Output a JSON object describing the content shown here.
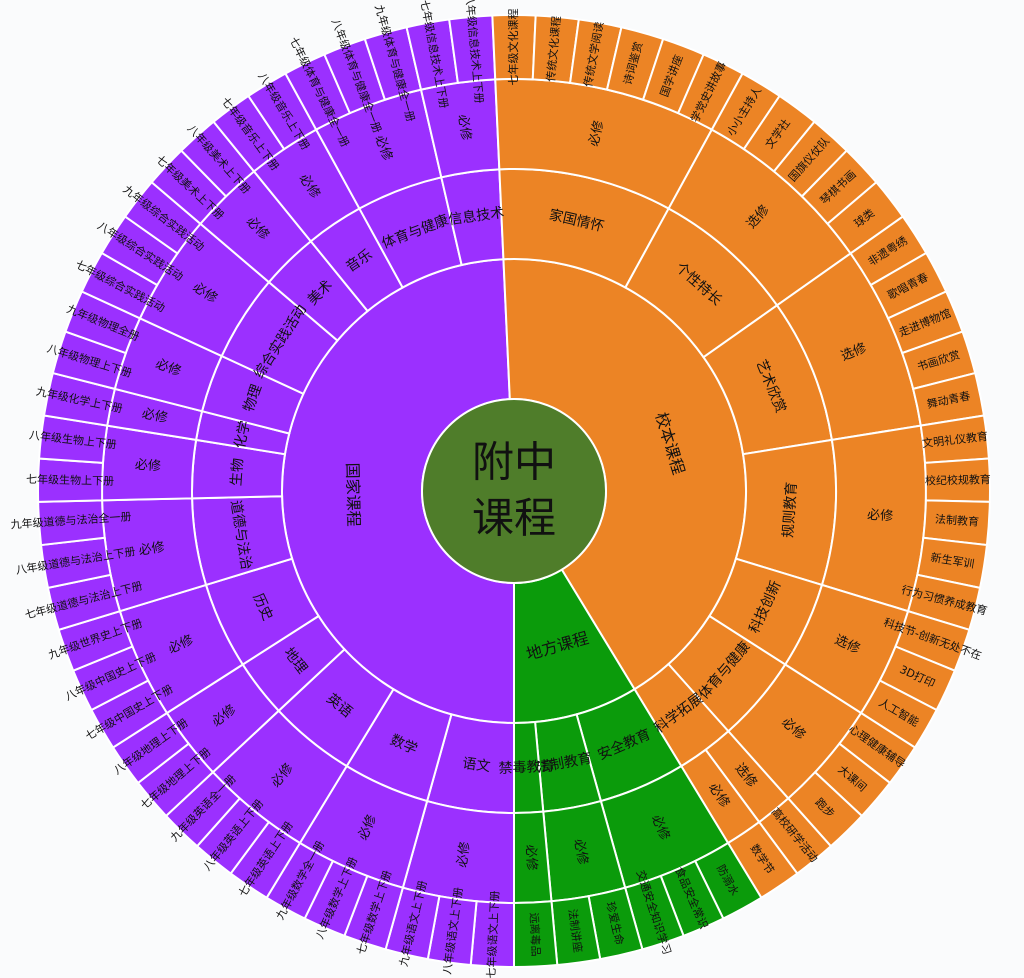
{
  "title": {
    "line1": "附中",
    "line2": "课程"
  },
  "colors": {
    "national": "#9b30ff",
    "school": "#ec8425",
    "local": "#0b9b0b",
    "center": "#4f7d2a",
    "stroke": "#ffffff",
    "background": "#fafbfc"
  },
  "chart_data": {
    "type": "sunburst",
    "root": "附中课程",
    "children": [
      {
        "name": "国家课程",
        "color": "#9b30ff",
        "children": [
          {
            "name": "语文",
            "children": [
              {
                "name": "必修",
                "children": [
                  {
                    "name": "七年级语文上下册"
                  },
                  {
                    "name": "八年级语文上下册"
                  },
                  {
                    "name": "九年级语文上下册"
                  }
                ]
              }
            ]
          },
          {
            "name": "数学",
            "children": [
              {
                "name": "必修",
                "children": [
                  {
                    "name": "七年级数学上下册"
                  },
                  {
                    "name": "八年级数学上下册"
                  },
                  {
                    "name": "九年级数学全一册"
                  }
                ]
              }
            ]
          },
          {
            "name": "英语",
            "children": [
              {
                "name": "必修",
                "children": [
                  {
                    "name": "七年级英语上下册"
                  },
                  {
                    "name": "八年级英语上下册"
                  },
                  {
                    "name": "九年级英语全一册"
                  }
                ]
              }
            ]
          },
          {
            "name": "地理",
            "children": [
              {
                "name": "必修",
                "children": [
                  {
                    "name": "七年级地理上下册"
                  },
                  {
                    "name": "八年级地理上下册"
                  }
                ]
              }
            ]
          },
          {
            "name": "历史",
            "children": [
              {
                "name": "必修",
                "children": [
                  {
                    "name": "七年级中国史上下册"
                  },
                  {
                    "name": "八年级中国史上下册"
                  },
                  {
                    "name": "九年级世界史上下册"
                  }
                ]
              }
            ]
          },
          {
            "name": "道德与法治",
            "children": [
              {
                "name": "必修",
                "children": [
                  {
                    "name": "七年级道德与法治上下册"
                  },
                  {
                    "name": "八年级道德与法治上下册"
                  },
                  {
                    "name": "九年级道德与法治全一册"
                  }
                ]
              }
            ]
          },
          {
            "name": "生物",
            "children": [
              {
                "name": "必修",
                "children": [
                  {
                    "name": "七年级生物上下册"
                  },
                  {
                    "name": "八年级生物上下册"
                  }
                ]
              }
            ]
          },
          {
            "name": "化学",
            "children": [
              {
                "name": "必修",
                "children": [
                  {
                    "name": "九年级化学上下册"
                  }
                ]
              }
            ]
          },
          {
            "name": "物理",
            "children": [
              {
                "name": "必修",
                "children": [
                  {
                    "name": "八年级物理上下册"
                  },
                  {
                    "name": "九年级物理全册"
                  }
                ]
              }
            ]
          },
          {
            "name": "综合实践活动",
            "children": [
              {
                "name": "必修",
                "children": [
                  {
                    "name": "七年级综合实践活动"
                  },
                  {
                    "name": "八年级综合实践活动"
                  },
                  {
                    "name": "九年级综合实践活动"
                  }
                ]
              }
            ]
          },
          {
            "name": "美术",
            "children": [
              {
                "name": "必修",
                "children": [
                  {
                    "name": "七年级美术上下册"
                  },
                  {
                    "name": "八年级美术上下册"
                  }
                ]
              }
            ]
          },
          {
            "name": "音乐",
            "children": [
              {
                "name": "必修",
                "children": [
                  {
                    "name": "七年级音乐上下册"
                  },
                  {
                    "name": "八年级音乐上下册"
                  }
                ]
              }
            ]
          },
          {
            "name": "体育与健康",
            "children": [
              {
                "name": "必修",
                "children": [
                  {
                    "name": "七年级体育与健康全一册"
                  },
                  {
                    "name": "八年级体育与健康全一册"
                  },
                  {
                    "name": "九年级体育与健康全一册"
                  }
                ]
              }
            ]
          },
          {
            "name": "信息技术",
            "children": [
              {
                "name": "必修",
                "children": [
                  {
                    "name": "七年级信息技术上下册"
                  },
                  {
                    "name": "八年级信息技术上下册"
                  }
                ]
              }
            ]
          }
        ]
      },
      {
        "name": "校本课程",
        "color": "#ec8425",
        "children": [
          {
            "name": "家国情怀",
            "children": [
              {
                "name": "必修",
                "children": [
                  {
                    "name": "七年级文化课程"
                  },
                  {
                    "name": "传统文化课程"
                  },
                  {
                    "name": "传统文学阅读"
                  },
                  {
                    "name": "诗词鉴赏"
                  },
                  {
                    "name": "国学讲座"
                  },
                  {
                    "name": "学党史讲故事"
                  }
                ]
              }
            ]
          },
          {
            "name": "个性特长",
            "children": [
              {
                "name": "选修",
                "children": [
                  {
                    "name": "小小主持人"
                  },
                  {
                    "name": "文学社"
                  },
                  {
                    "name": "国旗仪仗队"
                  },
                  {
                    "name": "琴棋书画"
                  },
                  {
                    "name": "球类"
                  }
                ]
              }
            ]
          },
          {
            "name": "艺术欣赏",
            "children": [
              {
                "name": "选修",
                "children": [
                  {
                    "name": "非遗粤绣"
                  },
                  {
                    "name": "歌唱青春"
                  },
                  {
                    "name": "走进博物馆"
                  },
                  {
                    "name": "书画欣赏"
                  },
                  {
                    "name": "舞动青春"
                  }
                ]
              }
            ]
          },
          {
            "name": "规则教育",
            "children": [
              {
                "name": "必修",
                "children": [
                  {
                    "name": "文明礼仪教育"
                  },
                  {
                    "name": "校纪校规教育"
                  },
                  {
                    "name": "法制教育"
                  },
                  {
                    "name": "新生军训"
                  },
                  {
                    "name": "行为习惯养成教育"
                  }
                ]
              }
            ]
          },
          {
            "name": "科技创新",
            "children": [
              {
                "name": "选修",
                "children": [
                  {
                    "name": "科技节-创新无处不在"
                  },
                  {
                    "name": "3D打印"
                  },
                  {
                    "name": "人工智能"
                  }
                ]
              }
            ]
          },
          {
            "name": "体育与健康",
            "children": [
              {
                "name": "必修",
                "children": [
                  {
                    "name": "心理健康辅导"
                  },
                  {
                    "name": "大课间"
                  },
                  {
                    "name": "跑步"
                  }
                ]
              }
            ]
          },
          {
            "name": "科学拓展",
            "children": [
              {
                "name": "选修",
                "children": [
                  {
                    "name": "高校研学活动"
                  }
                ]
              },
              {
                "name": "必修",
                "children": [
                  {
                    "name": "数学节"
                  }
                ]
              }
            ]
          }
        ]
      },
      {
        "name": "地方课程",
        "color": "#0b9b0b",
        "children": [
          {
            "name": "安全教育",
            "children": [
              {
                "name": "必修",
                "children": [
                  {
                    "name": "防溺水"
                  },
                  {
                    "name": "食品安全常识"
                  },
                  {
                    "name": "交通安全知识学习"
                  }
                ]
              }
            ]
          },
          {
            "name": "法制教育",
            "children": [
              {
                "name": "必修",
                "children": [
                  {
                    "name": "珍爱生命"
                  },
                  {
                    "name": "法制讲座"
                  }
                ]
              }
            ]
          },
          {
            "name": "禁毒教育",
            "children": [
              {
                "name": "必修",
                "children": [
                  {
                    "name": "远离毒品"
                  }
                ]
              }
            ]
          }
        ]
      }
    ]
  }
}
